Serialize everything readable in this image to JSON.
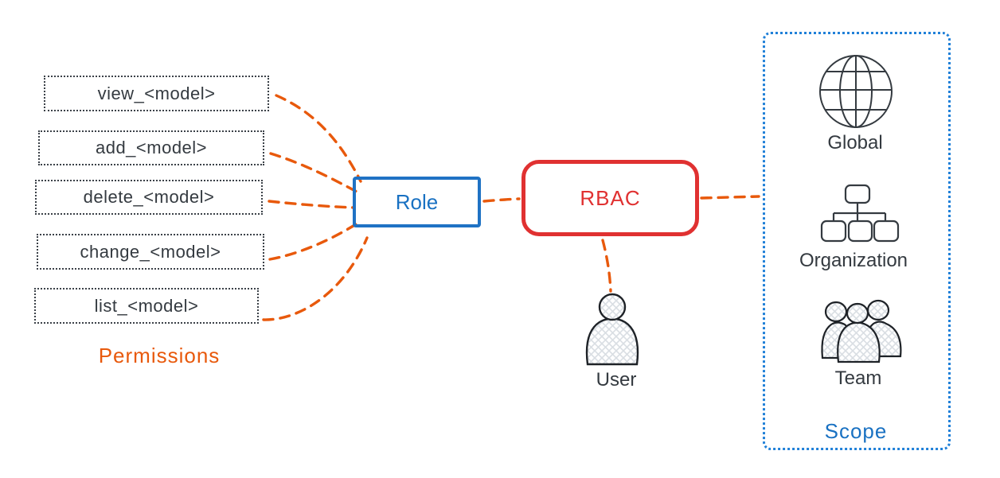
{
  "permissions": {
    "caption": "Permissions",
    "items": [
      {
        "label": "view_<model>"
      },
      {
        "label": "add_<model>"
      },
      {
        "label": "delete_<model>"
      },
      {
        "label": "change_<model>"
      },
      {
        "label": "list_<model>"
      }
    ]
  },
  "role": {
    "label": "Role"
  },
  "rbac": {
    "label": "RBAC"
  },
  "user": {
    "label": "User"
  },
  "scope": {
    "caption": "Scope",
    "items": [
      {
        "label": "Global",
        "icon": "globe-icon"
      },
      {
        "label": "Organization",
        "icon": "org-chart-icon"
      },
      {
        "label": "Team",
        "icon": "team-icon"
      }
    ]
  },
  "colors": {
    "connector_orange": "#e8590c",
    "role_blue": "#1971c2",
    "scope_border_blue": "#2080d8",
    "rbac_red": "#e03131",
    "ink": "#343a40",
    "hatch_fill": "#d9dee3"
  }
}
